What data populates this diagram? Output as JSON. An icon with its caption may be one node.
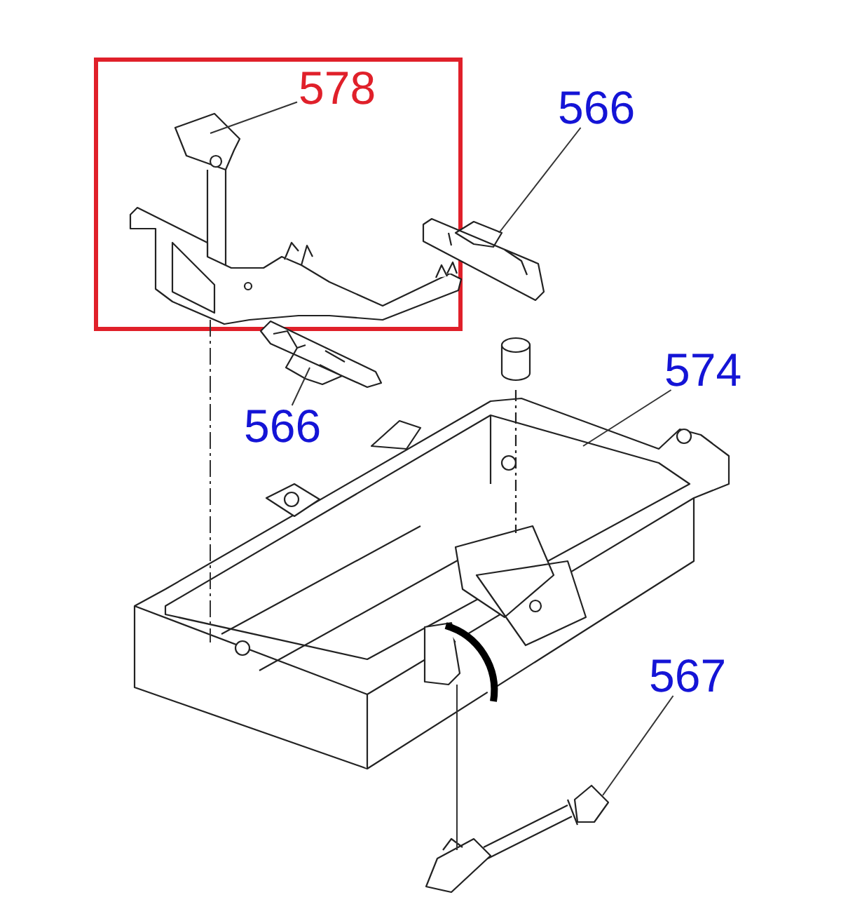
{
  "diagram": {
    "nodes": [
      {
        "text": [],
        "shape": "box"
      },
      {
        "text": [
          "578"
        ],
        "in": 0
      },
      {
        "text": [],
        "shape": "picture",
        "in": 0
      },
      {
        "text": [
          "566"
        ]
      },
      {
        "text": [],
        "shape": "picture"
      },
      {
        "text": [],
        "shape": "picture"
      },
      {
        "text": [
          "566"
        ]
      },
      {
        "text": [
          "574"
        ]
      },
      {
        "text": [],
        "shape": "picture"
      },
      {
        "text": [
          "567"
        ]
      },
      {
        "text": [],
        "shape": "picture"
      }
    ],
    "edges": [
      {
        "from": 1,
        "to": 2,
        "arrow": "none"
      },
      {
        "from": 3,
        "to": 4,
        "arrow": "none"
      },
      {
        "from": 6,
        "to": 5,
        "arrow": "none"
      },
      {
        "from": 7,
        "to": 8,
        "arrow": "none"
      },
      {
        "from": 9,
        "to": 10,
        "arrow": "none"
      },
      {
        "from": 2,
        "to": 8,
        "arrow": "none",
        "style": "dashed"
      },
      {
        "from": 8,
        "to": 10,
        "arrow": "none"
      }
    ]
  }
}
